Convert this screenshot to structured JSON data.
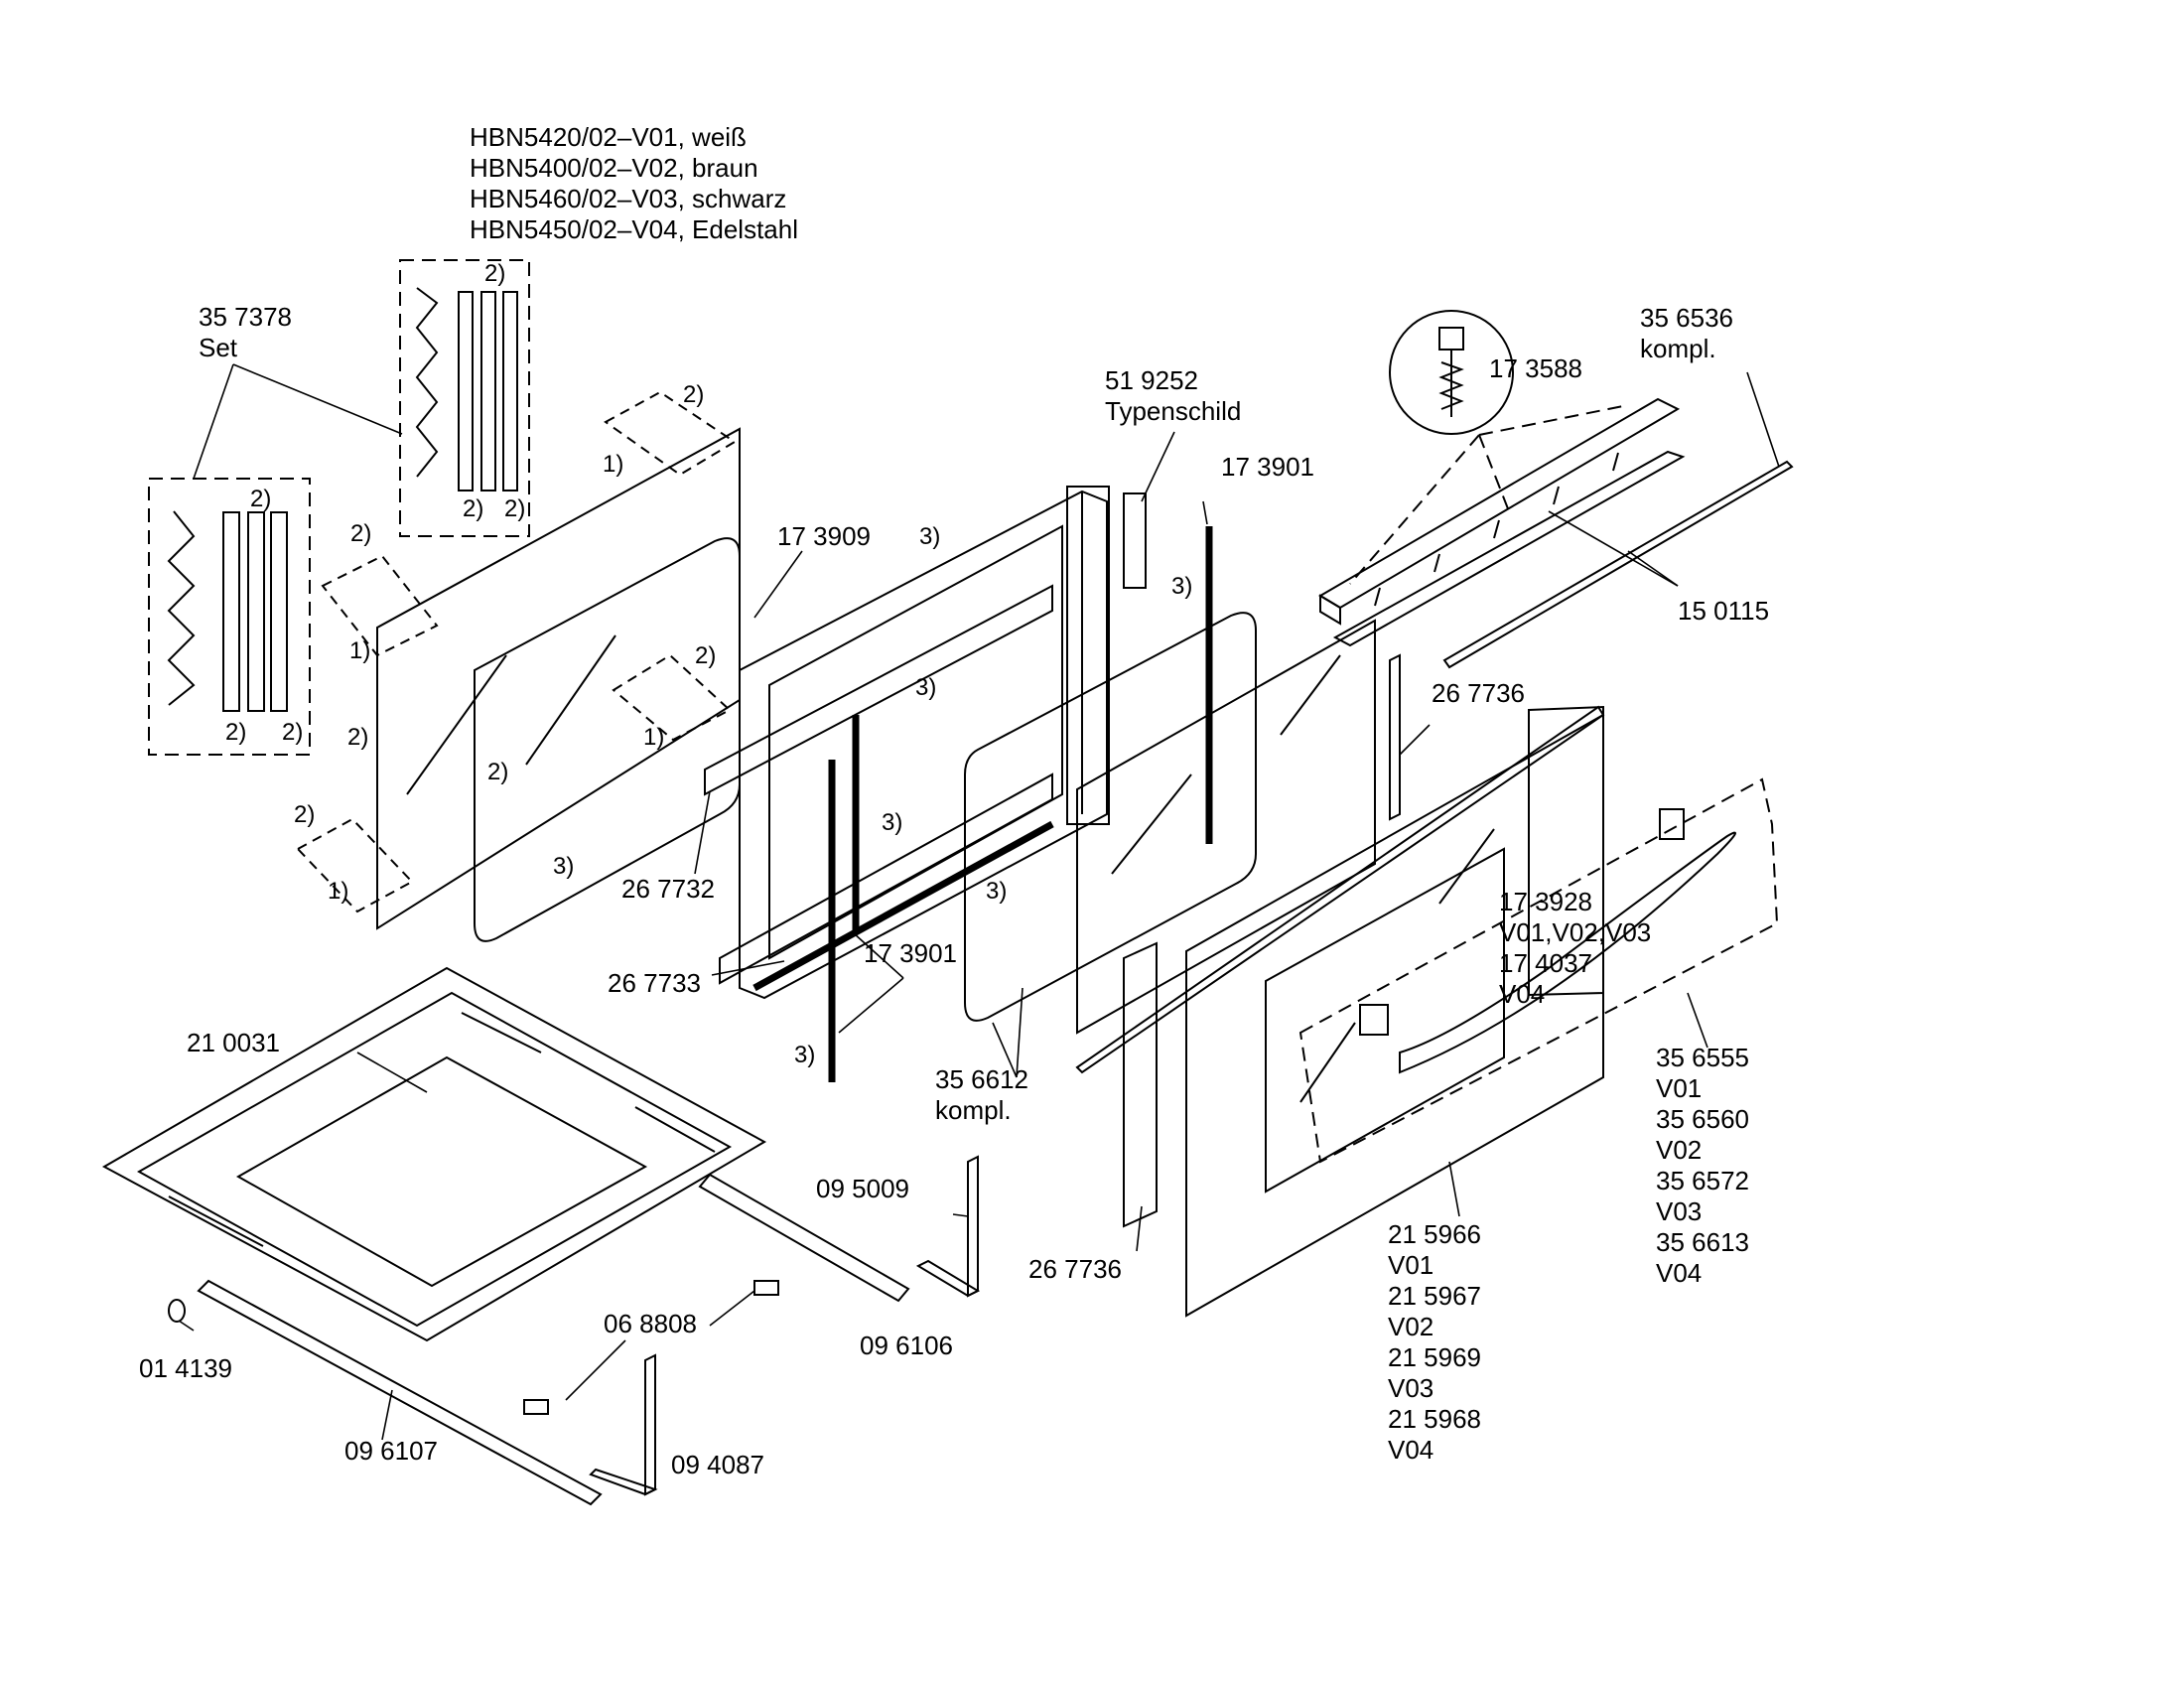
{
  "models": [
    "HBN5420/02–V01, weiß",
    "HBN5400/02–V02, braun",
    "HBN5460/02–V03, schwarz",
    "HBN5450/02–V04, Edelstahl"
  ],
  "callouts": {
    "c357378": [
      "35 7378",
      "Set"
    ],
    "c519252": [
      "51 9252",
      "Typenschild"
    ],
    "c173588": [
      "17 3588"
    ],
    "c356536": [
      "35 6536",
      "kompl."
    ],
    "c173901a": [
      "17 3901"
    ],
    "c173909": [
      "17 3909"
    ],
    "c150115": [
      "15 0115"
    ],
    "c267736a": [
      "26 7736"
    ],
    "c267732": [
      "26 7732"
    ],
    "c267733": [
      "26 7733"
    ],
    "c173901b": [
      "17 3901"
    ],
    "c173928": [
      "17 3928",
      "V01,V02,V03",
      "17 4037",
      "V04"
    ],
    "c356612": [
      "35 6612",
      "kompl."
    ],
    "c356555": [
      "35 6555",
      "V01",
      "35 6560",
      "V02",
      "35 6572",
      "V03",
      "35 6613",
      "V04"
    ],
    "c210031": [
      "21 0031"
    ],
    "c095009": [
      "09 5009"
    ],
    "c267736b": [
      "26 7736"
    ],
    "c215966": [
      "21 5966",
      "V01",
      "21 5967",
      "V02",
      "21 5969",
      "V03",
      "21 5968",
      "V04"
    ],
    "c068808": [
      "06 8808"
    ],
    "c096106": [
      "09 6106"
    ],
    "c014139": [
      "01 4139"
    ],
    "c096107": [
      "09 6107"
    ],
    "c094087": [
      "09 4087"
    ]
  },
  "notes": [
    "1)",
    "2)",
    "3)"
  ],
  "colors": {
    "ink": "#000000",
    "paper": "#ffffff"
  }
}
